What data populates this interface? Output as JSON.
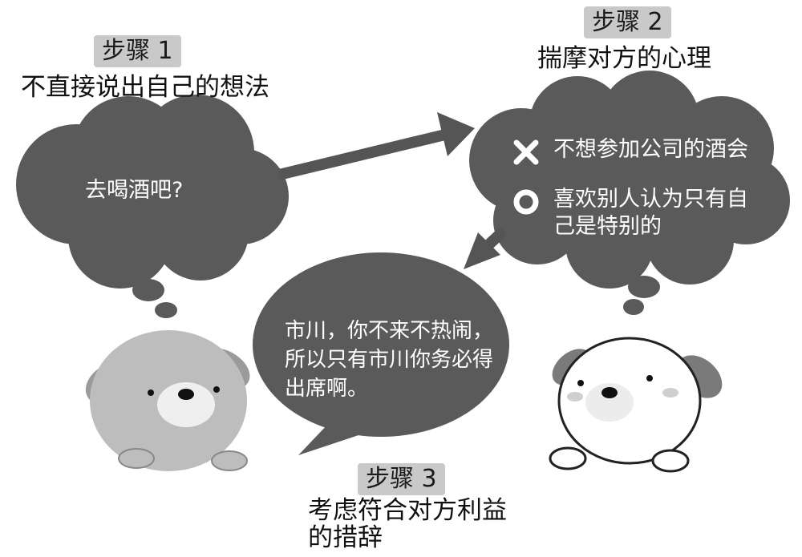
{
  "step1": {
    "badge": "步骤 1",
    "title": "不直接说出自己的想法",
    "cloud_text": "去喝酒吧?"
  },
  "step2": {
    "badge": "步骤 2",
    "title": "揣摩对方的心理",
    "items": [
      {
        "mark": "x-icon",
        "text": "不想参加公司的酒会"
      },
      {
        "mark": "circle-icon",
        "text": "喜欢别人认为只有自己是特别的"
      }
    ]
  },
  "step3": {
    "badge": "步骤 3",
    "title_line1": "考虑符合对方利益",
    "title_line2": "的措辞",
    "bubble_lines": [
      "市川，你不来不热闹，",
      "所以只有市川你务必得",
      "出席啊。"
    ]
  },
  "colors": {
    "cloud": "#5a5a5a",
    "arrow": "#555555",
    "badge": "#c9c9c9",
    "dog_left": "#bdbdbd",
    "dog_right": "#ffffff"
  }
}
